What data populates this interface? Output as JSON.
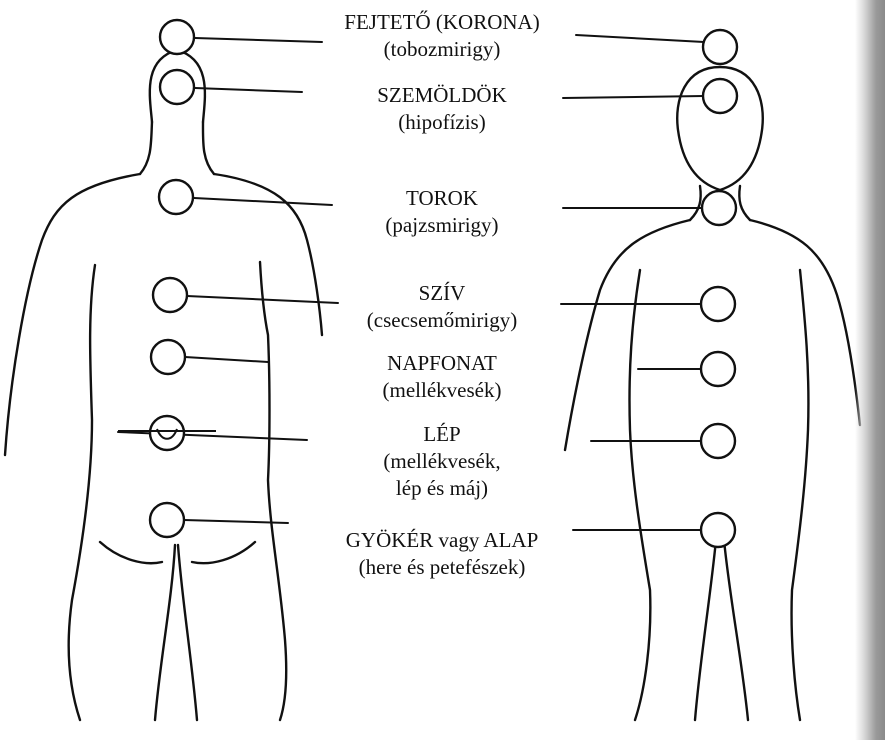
{
  "chakras": [
    {
      "name": "FEJTETŐ (KORONA)",
      "gland": "(tobozmirigy)"
    },
    {
      "name": "SZEMÖLDÖK",
      "gland": "(hipofízis)"
    },
    {
      "name": "TOROK",
      "gland": "(pajzsmirigy)"
    },
    {
      "name": "SZÍV",
      "gland": "(csecsemőmirigy)"
    },
    {
      "name": "NAPFONAT",
      "gland": "(mellékvesék)"
    },
    {
      "name": "LÉP",
      "gland": "(mellékvesék,",
      "gland2": "lép és máj)"
    },
    {
      "name": "GYÖKÉR vagy ALAP",
      "gland": "(here és petefészek)"
    }
  ],
  "colors": {
    "ink": "#111111",
    "background": "#ffffff"
  }
}
